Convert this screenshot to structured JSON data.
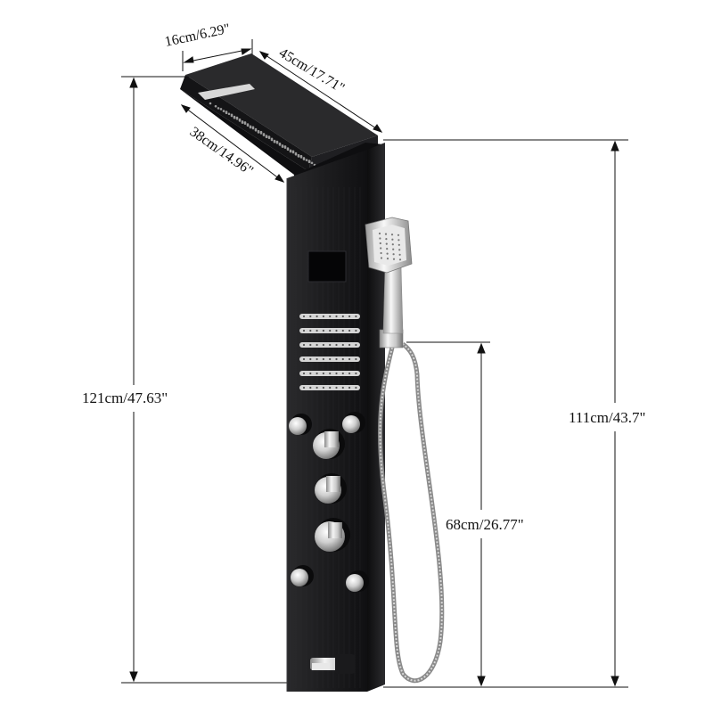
{
  "product": "shower-panel",
  "colors": {
    "panel": "#1d1d1f",
    "panel_edge": "#3a3a3e",
    "chrome_light": "#f2f2f2",
    "chrome_mid": "#b8b8b8",
    "chrome_dark": "#6a6a6a",
    "line": "#111111",
    "background": "#ffffff"
  },
  "dimensions": {
    "head_width": "16cm/6.29\"",
    "top_length": "45cm/17.71\"",
    "head_length": "38cm/14.96\"",
    "total_height": "121cm/47.63\"",
    "panel_height": "111cm/43.7\"",
    "handheld_height": "68cm/26.77\""
  },
  "parts": {
    "temperature_display": "display-icon",
    "massage_jets_rows": 6,
    "body_jets": 4,
    "control_knobs": 3,
    "handheld_shower": "handheld-shower-icon",
    "tub_spout": "tub-spout-icon"
  }
}
